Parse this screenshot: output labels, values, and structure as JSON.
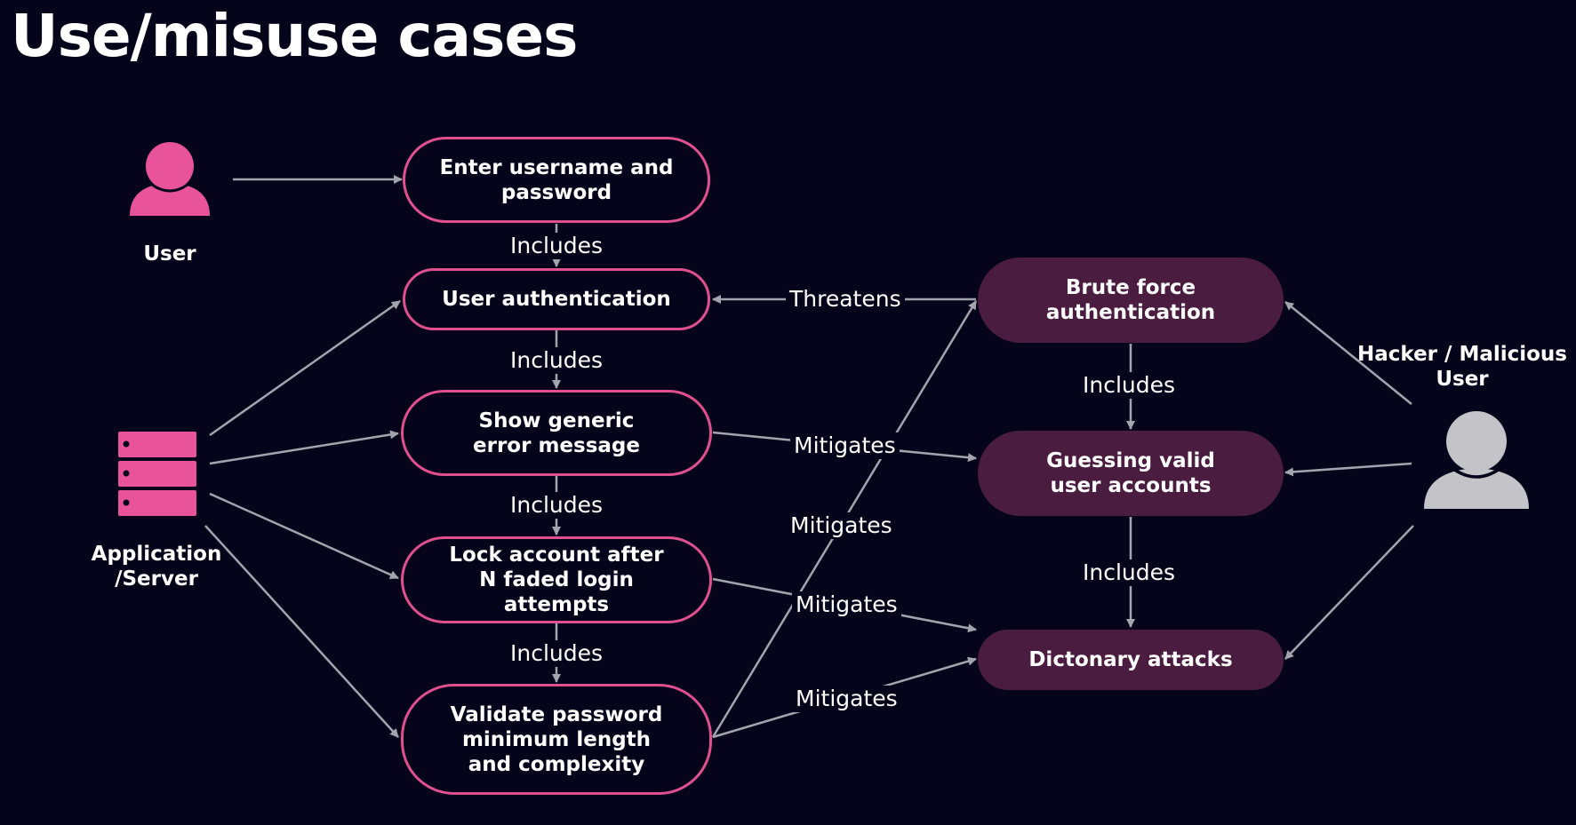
{
  "title": "Use/misuse cases",
  "colors": {
    "background": "#05041a",
    "use_case_border": "#e0508f",
    "misuse_case_fill": "#4a1c40",
    "actor_pink": "#e8539a",
    "actor_grey": "#c3c3c8",
    "arrow": "#a4a4ae"
  },
  "actors": {
    "user": {
      "label": "User",
      "icon": "person-icon"
    },
    "server": {
      "label": "Application\n/Server",
      "icon": "server-icon"
    },
    "hacker": {
      "label": "Hacker / Malicious\nUser",
      "icon": "person-icon"
    }
  },
  "use_cases": {
    "enter_credentials": "Enter username and password",
    "user_authentication": "User authentication",
    "generic_error": "Show generic error message",
    "lock_account": "Lock account after N faded login attempts",
    "validate_password": "Validate password minimum length and complexity"
  },
  "misuse_cases": {
    "brute_force": "Brute force authentication",
    "guessing_accounts": "Guessing  valid user accounts",
    "dictionary_attacks": "Dictonary attacks"
  },
  "relations": {
    "includes_1": "Includes",
    "includes_2": "Includes",
    "includes_3": "Includes",
    "includes_4": "Includes",
    "threatens": "Threatens",
    "includes_5": "Includes",
    "includes_6": "Includes",
    "mitigates_1": "Mitigates",
    "mitigates_2": "Mitigates",
    "mitigates_3": "Mitigates",
    "mitigates_4": "Mitigates"
  }
}
